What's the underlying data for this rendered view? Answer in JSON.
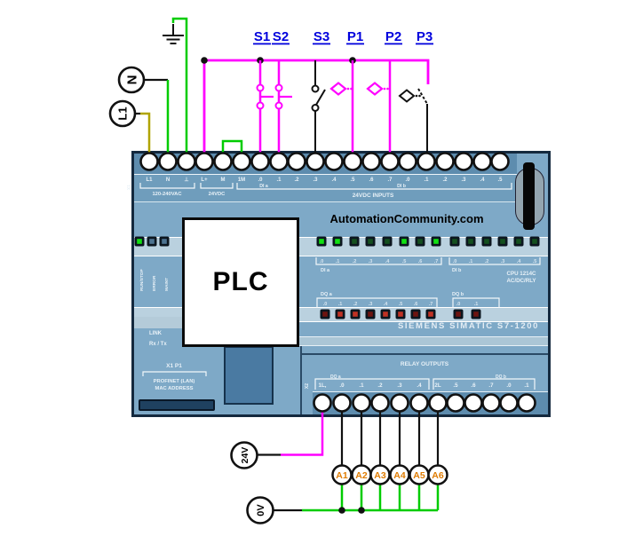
{
  "diagram": {
    "watermark": "AutomationCommunity.com",
    "inputs": [
      "S1",
      "S2",
      "S3",
      "P1",
      "P2",
      "P3"
    ],
    "lamps": [
      "A1",
      "A2",
      "A3",
      "A4",
      "A5",
      "A6"
    ],
    "sources": {
      "line": "L1",
      "neutral": "N",
      "dc24": "24V",
      "dc0": "0V"
    }
  },
  "plc": {
    "overlay_label": "PLC",
    "brand": "SIEMENS SIMATIC S7-1200",
    "cpu1": "CPU 1214C",
    "cpu2": "AC/DC/RLY",
    "status_led_labels": [
      "RUN/STOP",
      "ERROR",
      "MAINT"
    ],
    "status_lit": [
      1,
      0,
      0
    ],
    "link": "LINK",
    "rxtx": "Rx / Tx",
    "port": "X1 P1",
    "profinet": "PROFINET (LAN)",
    "mac": "MAC ADDRESS",
    "x1": "X1",
    "x2": "X2",
    "ac_caption": "120-240VAC",
    "dc_caption": "24VDC",
    "di_caption": "24VDC INPUTS",
    "relay_caption": "RELAY OUTPUTS",
    "di_a": "DI a",
    "di_b": "DI b",
    "dq_a": "DQ a",
    "dq_b": "DQ b",
    "top_terminal_labels": [
      "L1",
      "N",
      "⊥",
      "L+",
      "M",
      "1M",
      ".0",
      ".1",
      ".2",
      ".3",
      ".4",
      ".5",
      ".6",
      ".7",
      ".0",
      ".1",
      ".2",
      ".3",
      ".4",
      ".5"
    ],
    "bottom_terminal_labels": [
      "1L,",
      ".0",
      ".1",
      ".2",
      ".3",
      ".4",
      "2L",
      ".5",
      ".6",
      ".7",
      ".0",
      ".1"
    ],
    "dia_led_labels": [
      ".0",
      ".1",
      ".2",
      ".3",
      ".4",
      ".5",
      ".6",
      ".7"
    ],
    "dia_lit": [
      1,
      1,
      0,
      0,
      0,
      1,
      0,
      1
    ],
    "dib_led_labels": [
      ".0",
      ".1",
      ".2",
      ".3",
      ".4",
      ".5"
    ],
    "dib_lit": [
      0,
      0,
      0,
      0,
      0,
      0
    ],
    "dqa_led_labels": [
      ".0",
      ".1",
      ".2",
      ".3",
      ".4",
      ".5",
      ".6",
      ".7"
    ],
    "dqa_lit": [
      0,
      1,
      1,
      0,
      1,
      1,
      0,
      1
    ],
    "dqb_led_labels": [
      ".0",
      ".1"
    ],
    "dqb_lit": [
      0,
      0
    ]
  },
  "colors": {
    "magenta": "#ff00ff",
    "green": "#00cc00",
    "yellow": "#b0a400",
    "black": "#111111",
    "label_blue": "#0000dd",
    "lamp_text": "#df7b00",
    "led_green_on": "#12e012",
    "led_green_off": "#14501e",
    "led_status_off": "#4d7390",
    "led_red_on": "#c03224",
    "led_red_off": "#6e1410"
  }
}
